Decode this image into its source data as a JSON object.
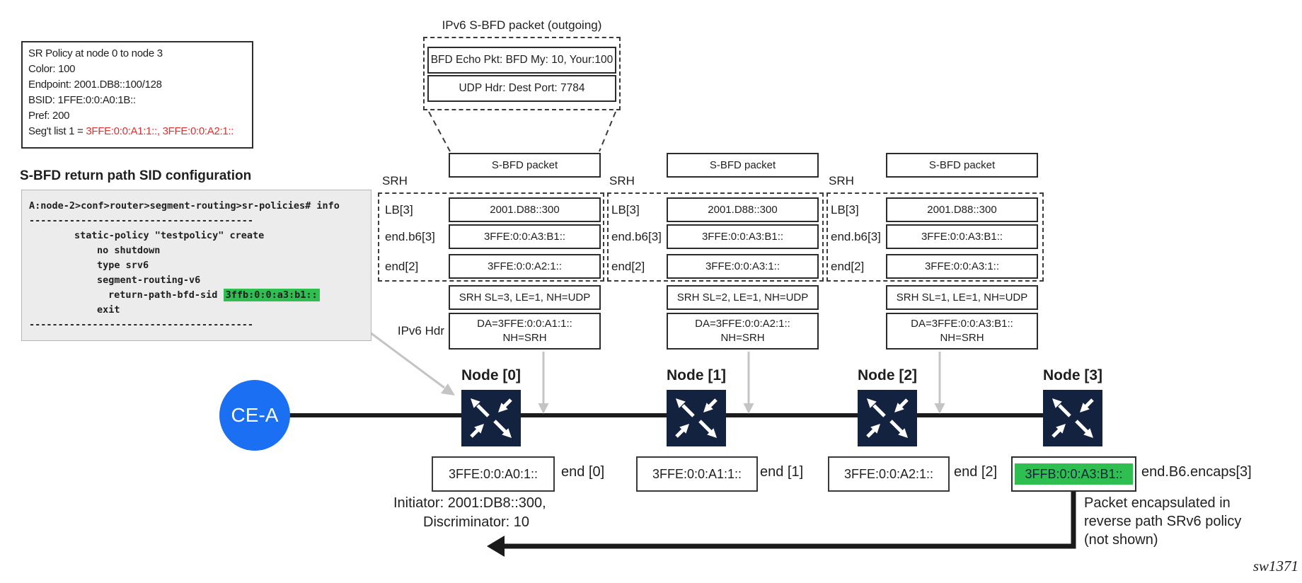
{
  "policy_box": {
    "line1": "SR Policy at node 0 to node 3",
    "line2": "Color: 100",
    "line3": "Endpoint: 2001.DB8::100/128",
    "line4": "BSID: 1FFE:0:0:A0:1B::",
    "line5": "Pref: 200",
    "seg_prefix": "Seg't list 1 = ",
    "seg_value": "3FFE:0:0:A1:1::, 3FFE:0:0:A2:1::"
  },
  "config_panel": {
    "heading": "S-BFD return path SID configuration",
    "prompt": "A:node-2>conf>router>segment-routing>sr-policies# info",
    "divider": "---------------------------------------",
    "line_static": "static-policy \"testpolicy\" create",
    "line_no_shutdown": "no shutdown",
    "line_type": "type srv6",
    "line_srv6": "segment-routing-v6",
    "line_return_prefix": "return-path-bfd-sid ",
    "return_sid": "3ffb:0:0:a3:b1::",
    "line_exit": "exit"
  },
  "outgoing": {
    "title": "IPv6 S-BFD packet (outgoing)",
    "bfd_row": "BFD Echo Pkt: BFD My: 10, Your:100",
    "udp_row": "UDP Hdr: Dest Port: 7784"
  },
  "stacks": [
    {
      "header": "S-BFD packet",
      "srh": "SRH",
      "rows": [
        {
          "label": "LB[3]",
          "value": "2001.D88::300"
        },
        {
          "label": "end.b6[3]",
          "value": "3FFE:0:0:A3:B1::"
        },
        {
          "label": "end[2]",
          "value": "3FFE:0:0:A2:1::"
        }
      ],
      "srh_info": "SRH SL=3, LE=1, NH=UDP",
      "ipv6_label": "IPv6 Hdr",
      "ipv6_da": "DA=3FFE:0:0:A1:1::",
      "ipv6_nh": "NH=SRH"
    },
    {
      "header": "S-BFD packet",
      "srh": "SRH",
      "rows": [
        {
          "label": "LB[3]",
          "value": "2001.D88::300"
        },
        {
          "label": "end.b6[3]",
          "value": "3FFE:0:0:A3:B1::"
        },
        {
          "label": "end[2]",
          "value": "3FFE:0:0:A3:1::"
        }
      ],
      "srh_info": "SRH SL=2, LE=1, NH=UDP",
      "ipv6_da": "DA=3FFE:0:0:A2:1::",
      "ipv6_nh": "NH=SRH"
    },
    {
      "header": "S-BFD packet",
      "srh": "SRH",
      "rows": [
        {
          "label": "LB[3]",
          "value": "2001.D88::300"
        },
        {
          "label": "end.b6[3]",
          "value": "3FFE:0:0:A3:B1::"
        },
        {
          "label": "end[2]",
          "value": "3FFE:0:0:A3:1::"
        }
      ],
      "srh_info": "SRH SL=1, LE=1, NH=UDP",
      "ipv6_da": "DA=3FFE:0:0:A3:B1::",
      "ipv6_nh": "NH=SRH"
    }
  ],
  "network": {
    "ce": "CE-A",
    "nodes": [
      {
        "name": "Node [0]",
        "sid": "3FFE:0:0:A0:1::",
        "func": "end [0]"
      },
      {
        "name": "Node [1]",
        "sid": "3FFE:0:0:A1:1::",
        "func": "end [1]"
      },
      {
        "name": "Node [2]",
        "sid": "3FFE:0:0:A2:1::",
        "func": "end [2]"
      },
      {
        "name": "Node [3]",
        "sid": "3FFB:0:0:A3:B1::",
        "func": "end.B6.encaps[3]"
      }
    ]
  },
  "annotations": {
    "initiator1": "Initiator: 2001:DB8::300,",
    "initiator2": "Discriminator: 10",
    "reverse1": "Packet encapsulated in",
    "reverse2": "reverse path SRv6 policy",
    "reverse3": "(not shown)",
    "figure_id": "sw1371"
  },
  "colors": {
    "green_highlight": "#2fbe50",
    "node_fill": "#13233f",
    "ce_fill": "#1a6ff2",
    "red_text": "#e03030"
  }
}
